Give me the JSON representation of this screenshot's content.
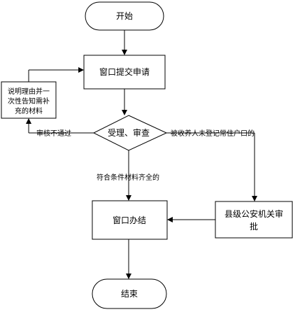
{
  "nodes": {
    "start": "开始",
    "window_submit": "窗口提交申请",
    "explain_line1": "说明理由并一",
    "explain_line2": "次性告知需补",
    "explain_line3": "充的材料",
    "review": "受理、审查",
    "county_line1": "县级公安机关审",
    "county_line2": "批",
    "window_done": "窗口办结",
    "end": "结束"
  },
  "edges": {
    "fail": "审核不通过",
    "not_registered": "被收养人未登记常住户口的",
    "complete": "符合条件材料齐全的"
  }
}
